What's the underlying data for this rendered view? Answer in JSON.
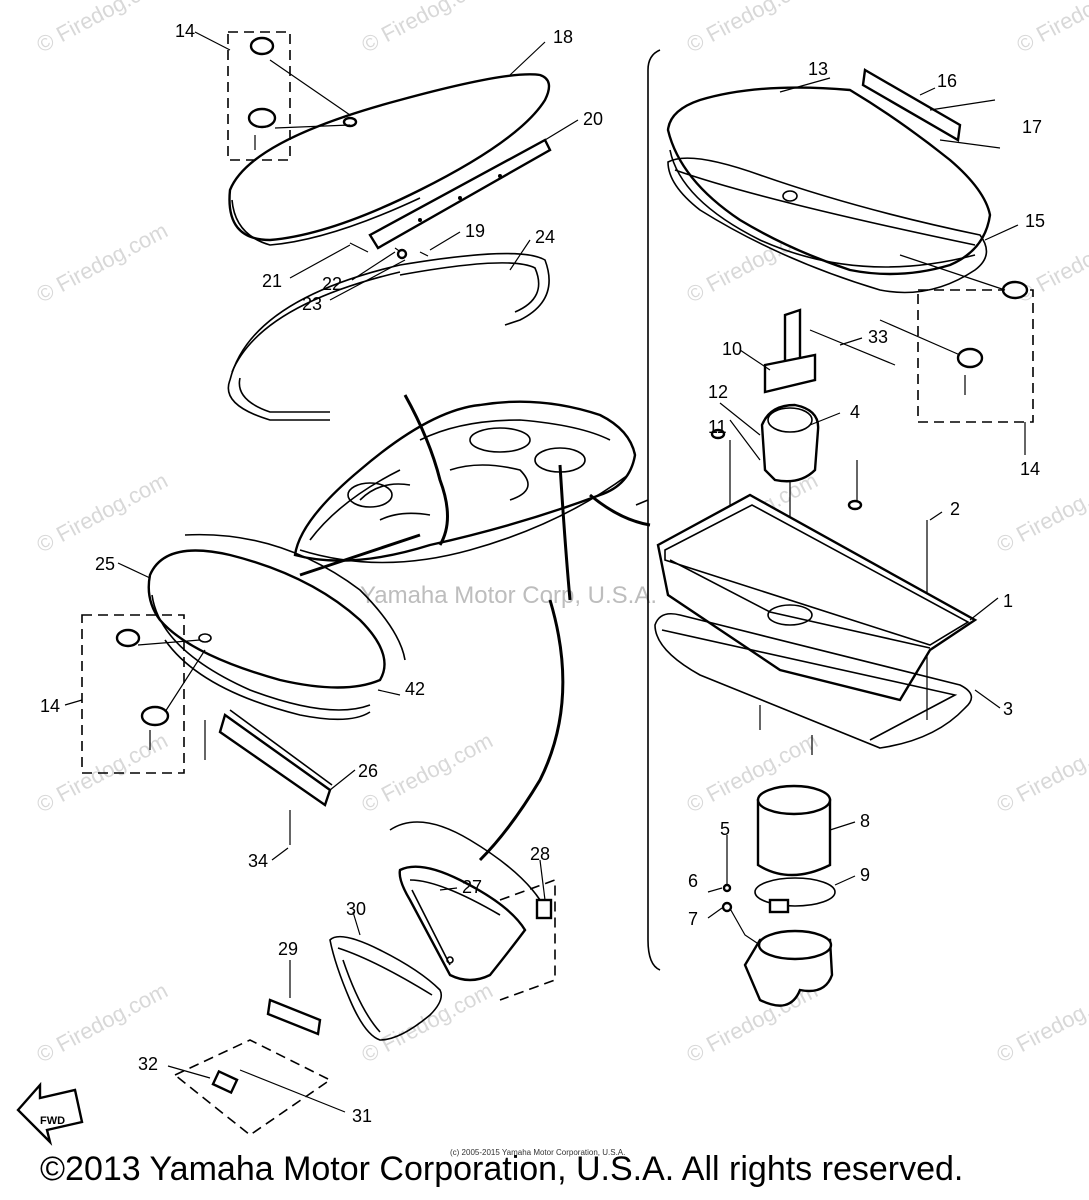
{
  "watermark_text": "© Firedog.com",
  "center_watermark": "Yamaha Motor Corp, U.S.A.",
  "small_credit": "(c) 2005-2015 Yamaha Motor Corporation, U.S.A.",
  "copyright": "©2013 Yamaha Motor Corporation, U.S.A. All rights reserved.",
  "fwd_label": "FWD",
  "callouts": {
    "c1": "1",
    "c2": "2",
    "c3": "3",
    "c4": "4",
    "c5": "5",
    "c6": "6",
    "c7": "7",
    "c8": "8",
    "c9": "9",
    "c10": "10",
    "c11": "11",
    "c12": "12",
    "c13": "13",
    "c14a": "14",
    "c14b": "14",
    "c14c": "14",
    "c15": "15",
    "c16": "16",
    "c17": "17",
    "c18": "18",
    "c19": "19",
    "c20": "20",
    "c21": "21",
    "c22": "22",
    "c23": "23",
    "c24": "24",
    "c25": "25",
    "c26": "26",
    "c27": "27",
    "c28": "28",
    "c29": "29",
    "c30": "30",
    "c31": "31",
    "c32": "32",
    "c33": "33",
    "c34": "34",
    "c42": "42"
  }
}
